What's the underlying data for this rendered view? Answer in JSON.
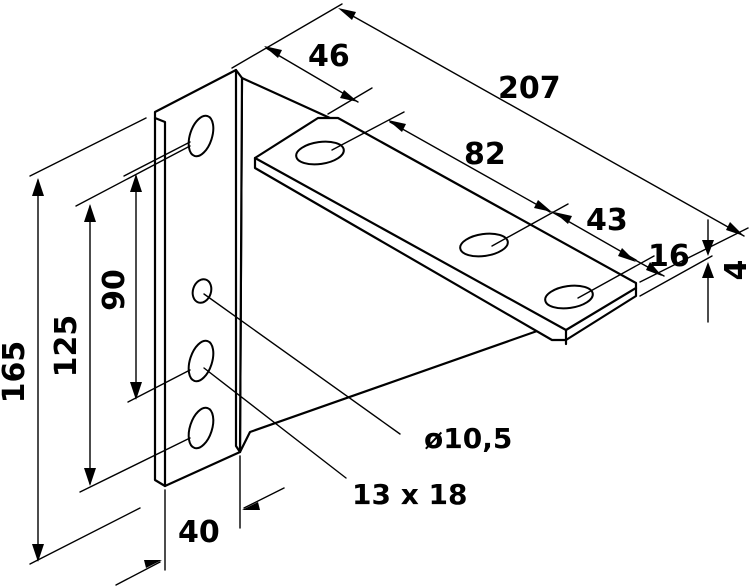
{
  "dimensions": {
    "overall_length": "207",
    "top_flange_width": "46",
    "hole_spacing_a": "82",
    "hole_spacing_b": "43",
    "edge_distance": "16",
    "thickness": "4",
    "overall_height": "165",
    "vertical_span": "125",
    "vertical_hole_spacing": "90",
    "base_width": "40"
  },
  "callouts": {
    "round_hole": "ø10,5",
    "slot_size": "13 x 18"
  }
}
